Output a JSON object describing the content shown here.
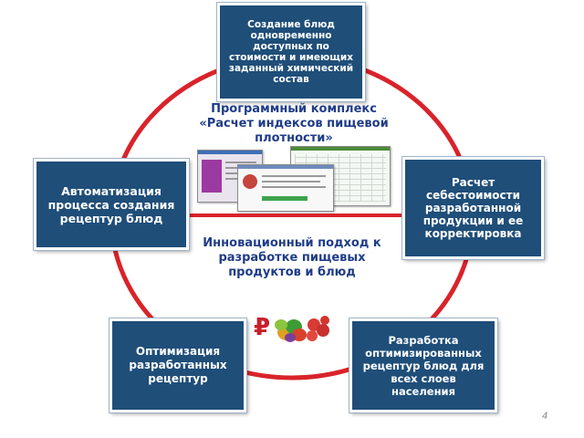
{
  "diagram": {
    "top": "Создание блюд одновременно доступных по стоимости и имеющих заданный химический состав",
    "left": "Автоматизация процесса создания рецептур блюд",
    "right": "Расчет себестоимости разработанной продукции и ее корректировка",
    "bottom_left": "Оптимизация разработанных рецептур",
    "bottom_right": "Разработка оптимизированных рецептур блюд для всех слоев населения",
    "program_label": "Программный комплекс «Расчет индексов пищевой плотности»",
    "innovation_label": "Инновационный подход к разработке пищевых продуктов и блюд",
    "ruble_symbol": "₽"
  },
  "page_number": "4",
  "colors": {
    "box_fill": "#1f4e79",
    "ring": "#d9232a",
    "label_text": "#1f3c88"
  },
  "icons": [
    "program-screenshots-icon",
    "vegetables-icon",
    "ruble-icon"
  ]
}
